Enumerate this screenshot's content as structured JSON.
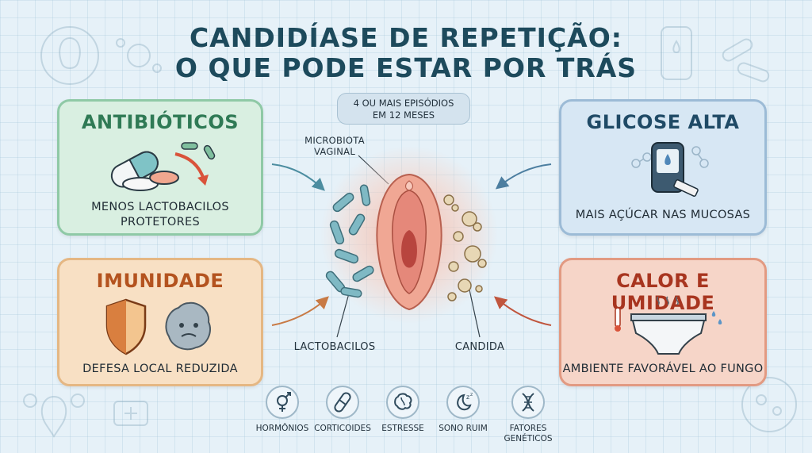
{
  "title": {
    "line1": "CANDIDÍASE DE REPETIÇÃO:",
    "line2": "O QUE PODE ESTAR POR TRÁS"
  },
  "badge": {
    "line1": "4 OU MAIS EPISÓDIOS",
    "line2": "EM 12 MESES"
  },
  "center": {
    "microbiota_line1": "MICROBIOTA",
    "microbiota_line2": "VAGINAL",
    "lactobacilos": "LACTOBACILOS",
    "candida": "CANDIDA"
  },
  "cards": {
    "antibioticos": {
      "title": "ANTIBIÓTICOS",
      "text_line1": "MENOS LACTOBACILOS",
      "text_line2": "PROTETORES",
      "color": "#2f7a55",
      "bg": "#d9efe1"
    },
    "glicose": {
      "title": "GLICOSE ALTA",
      "text": "MAIS AÇÚCAR NAS MUCOSAS",
      "color": "#1f4a66",
      "bg": "#d7e7f4"
    },
    "imunidade": {
      "title": "IMUNIDADE",
      "text": "DEFESA LOCAL REDUZIDA",
      "color": "#b4531f",
      "bg": "#f8e0c4"
    },
    "calor": {
      "title": "CALOR E UMIDADE",
      "text": "AMBIENTE FAVORÁVEL AO FUNGO",
      "color": "#a8351f",
      "bg": "#f6d5c8"
    }
  },
  "factors": [
    {
      "label": "HORMÔNIOS",
      "icon": "gender-symbol-icon"
    },
    {
      "label": "CORTICOIDES",
      "icon": "pill-icon"
    },
    {
      "label": "ESTRESSE",
      "icon": "brain-icon"
    },
    {
      "label": "SONO RUIM",
      "icon": "moon-icon"
    },
    {
      "label_line1": "FATORES",
      "label_line2": "GENÉTICOS",
      "icon": "dna-icon"
    }
  ]
}
